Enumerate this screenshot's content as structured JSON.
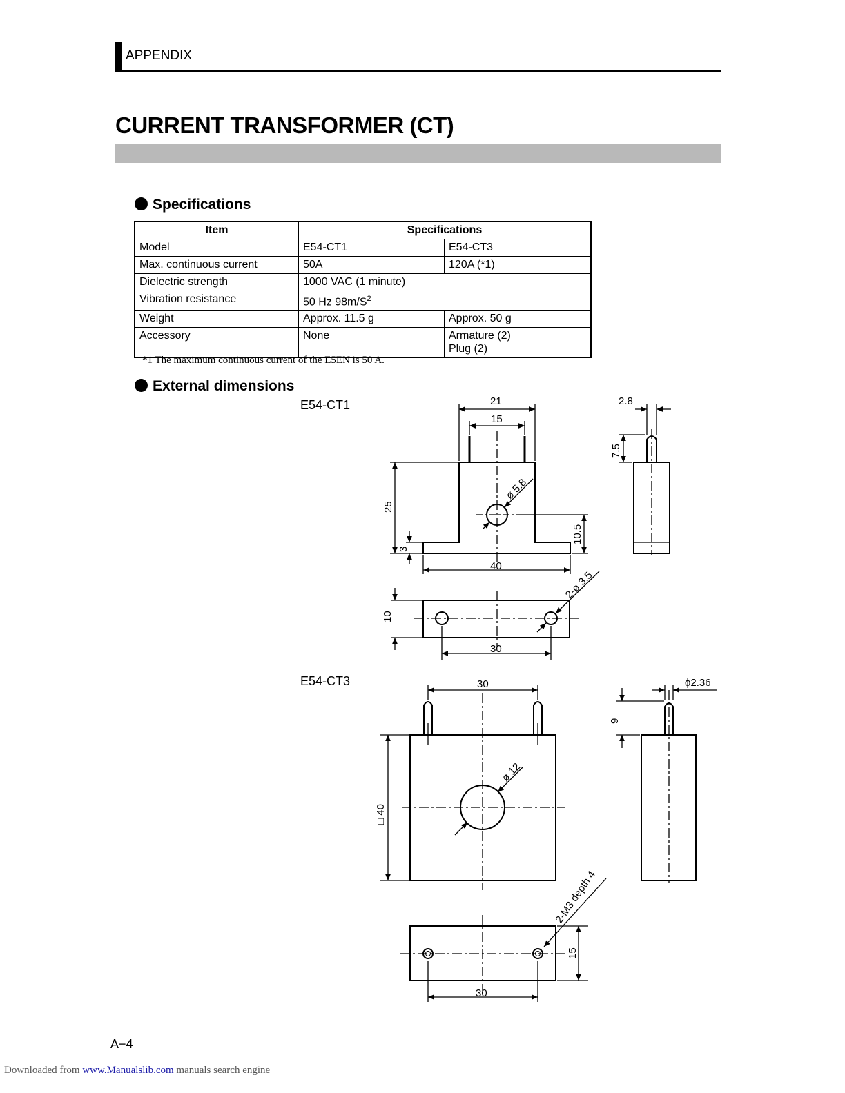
{
  "header": {
    "section": "APPENDIX"
  },
  "title": "CURRENT TRANSFORMER (CT)",
  "specifications": {
    "heading": "Specifications",
    "columns": {
      "item": "Item",
      "specs": "Specifications"
    },
    "rows": [
      {
        "item": "Model",
        "ct1": "E54-CT1",
        "ct3": "E54-CT3"
      },
      {
        "item": "Max. continuous current",
        "ct1": "50A",
        "ct3": "120A (*1)"
      },
      {
        "item": "Dielectric strength",
        "both": "1000 VAC (1 minute)"
      },
      {
        "item": "Vibration resistance",
        "both": "50 Hz 98m/S",
        "both_sup": "2"
      },
      {
        "item": "Weight",
        "ct1": "Approx. 11.5 g",
        "ct3": "Approx. 50 g"
      },
      {
        "item": "Accessory",
        "ct1": "None",
        "ct3_line1": "Armature (2)",
        "ct3_line2": "Plug (2)"
      }
    ],
    "footnote": "*1   The maximum continuous current of the E5EN is 50 A."
  },
  "dimensions": {
    "heading": "External dimensions",
    "ct1": {
      "label": "E54-CT1",
      "dims": {
        "d21": "21",
        "d15": "15",
        "d28": "2.8",
        "d75": "7.5",
        "d25": "25",
        "d3": "3",
        "d58": "ø 5.8",
        "d105": "10.5",
        "d40": "40",
        "d2_35": "2-ø 3.5",
        "d10": "10",
        "d30": "30"
      }
    },
    "ct3": {
      "label": "E54-CT3",
      "dims": {
        "d30_top": "30",
        "d236": "ϕ2.36",
        "d9": "9",
        "d12": "ø 12",
        "dsq40": "□ 40",
        "m3": "2-M3 depth 4",
        "d15": "15",
        "d30_bottom": "30"
      }
    }
  },
  "footer": {
    "page": "A−4",
    "downloaded_prefix": "Downloaded from",
    "link": "www.Manualslib.com",
    "downloaded_suffix": "manuals search engine"
  }
}
